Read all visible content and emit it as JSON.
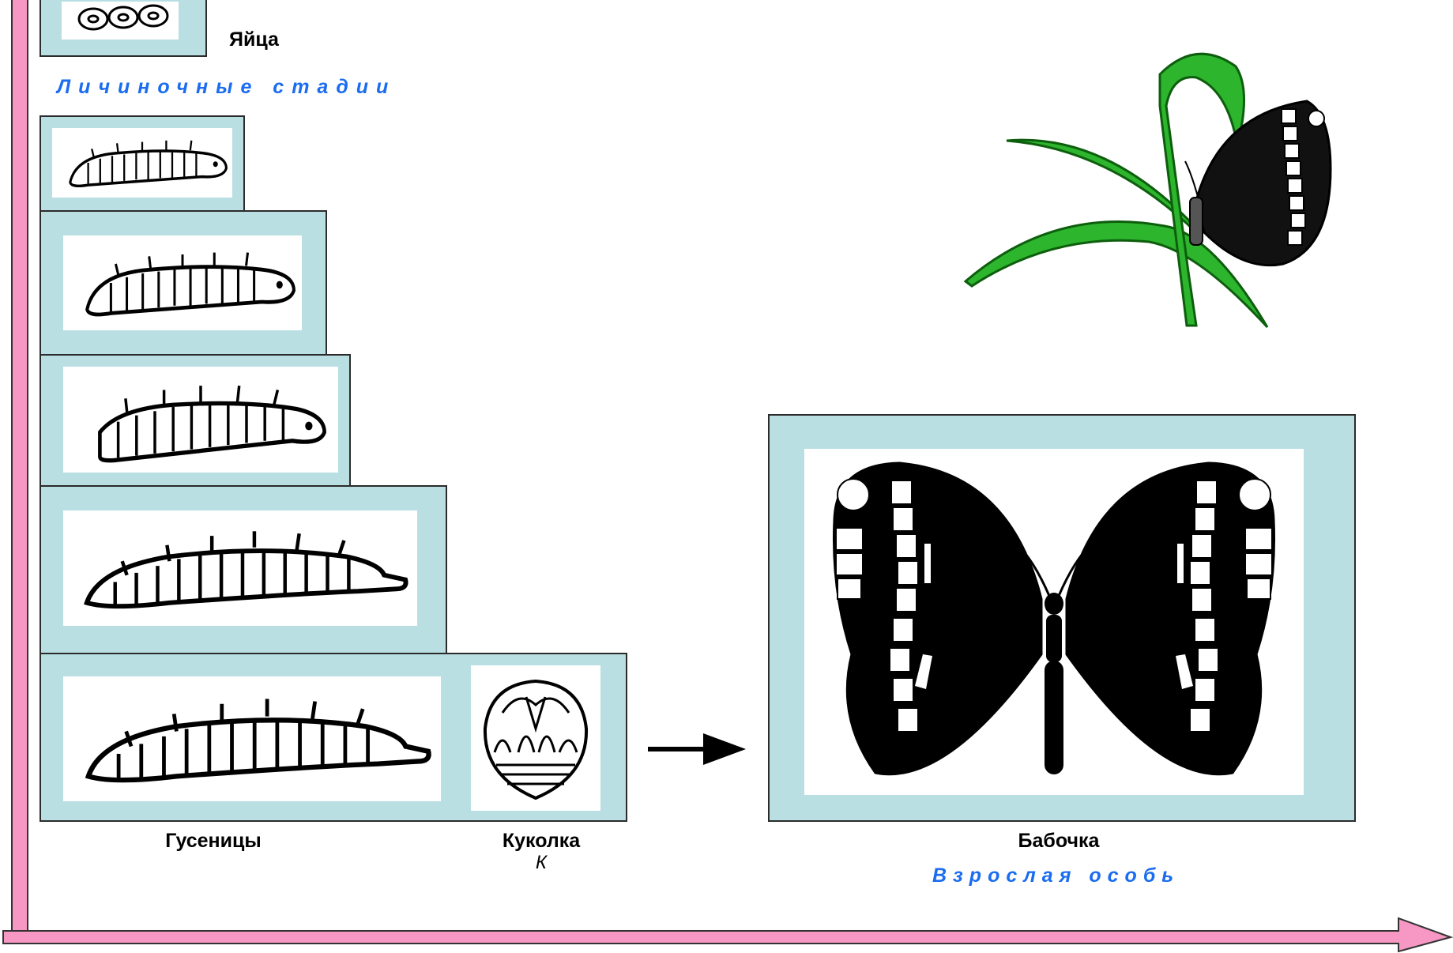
{
  "labels": {
    "eggs": "Яйца",
    "larval_stages": "Личиночные стадии",
    "caterpillars": "Гусеницы",
    "pupa": "Куколка",
    "pupa_letter": "К",
    "butterfly": "Бабочка",
    "adult": "Взрослая особь"
  },
  "colors": {
    "panel_bg": "#b9dfe3",
    "axis_pink": "#f797c4",
    "caption_blue": "#1a6cf0",
    "leaf_green": "#2db52d"
  },
  "icons": {
    "time_axis": "arrow-right",
    "height_axis": "vertical-bar",
    "transition": "arrow-right"
  }
}
